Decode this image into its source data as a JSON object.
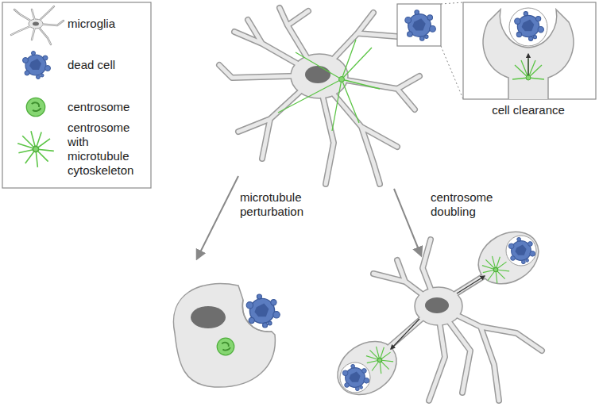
{
  "diagram": {
    "labels": [
      "cell clearance",
      "microtubule perturbation",
      "centrosome doubling"
    ],
    "legend": [
      {
        "text": "microglia"
      },
      {
        "text": "dead cell"
      },
      {
        "text": "centrosome"
      },
      {
        "text": "centrosome with microtubule cytoskeleton"
      }
    ]
  }
}
